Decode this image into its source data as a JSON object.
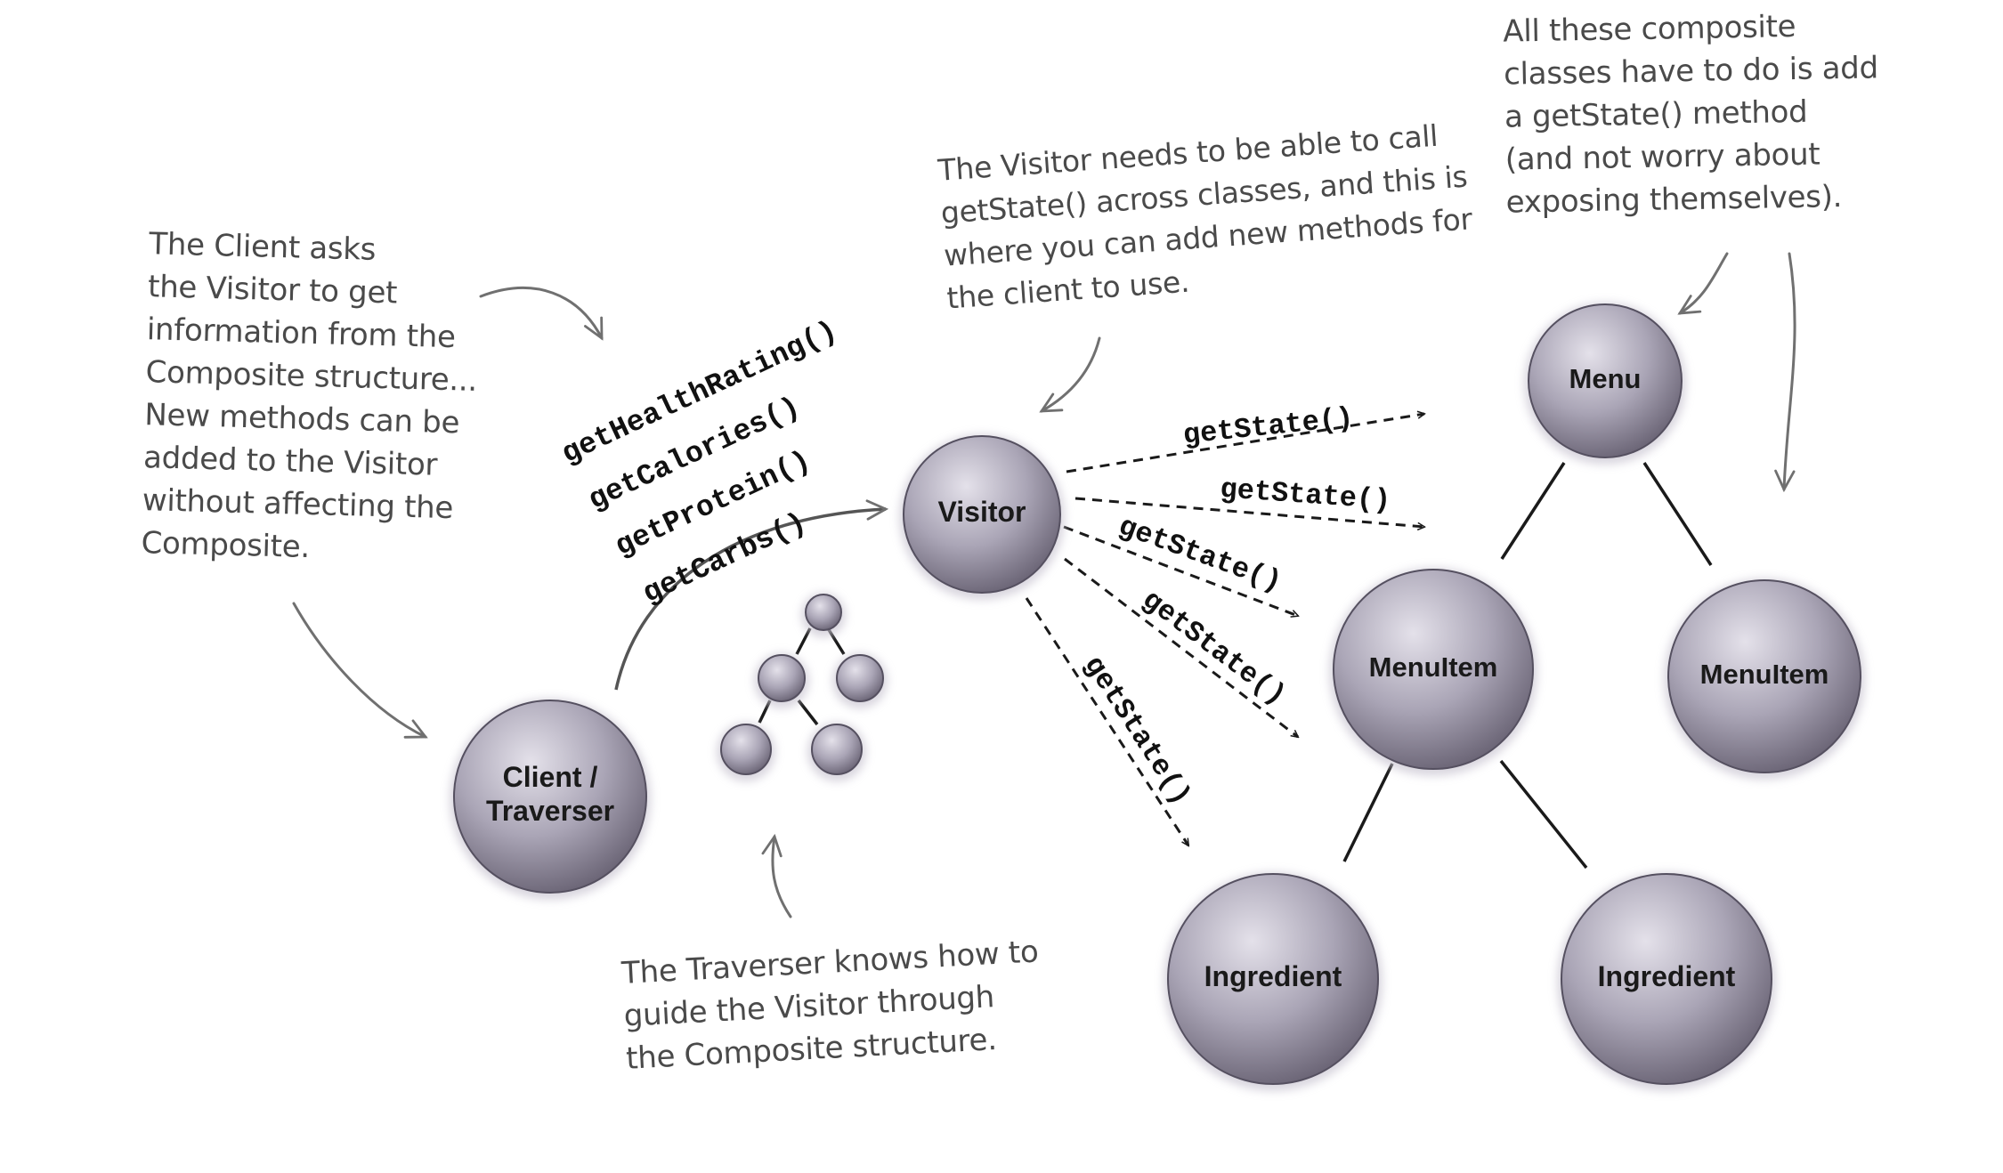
{
  "notes": {
    "client": "The Client asks\nthe Visitor to get\ninformation from the\nComposite structure...\nNew methods can be\nadded to the Visitor\nwithout affecting the\nComposite.",
    "visitor": "The Visitor needs to be able to call\ngetState() across classes, and this is\nwhere you can add new methods for\nthe client to use.",
    "composite": "All these composite\nclasses have to do is add\na getState() method\n(and not worry about\nexposing themselves).",
    "traverser": "The Traverser knows how to\nguide the Visitor through\nthe Composite structure."
  },
  "nodes": {
    "client": "Client /\nTraverser",
    "visitor": "Visitor",
    "menu": "Menu",
    "menuitem_left": "MenuItem",
    "menuitem_right": "MenuItem",
    "ingredient_left": "Ingredient",
    "ingredient_right": "Ingredient"
  },
  "client_methods": [
    "getHealthRating()",
    "getCalories()",
    "getProtein()",
    "getCarbs()"
  ],
  "state_calls": [
    "getState()",
    "getState()",
    "getState()",
    "getState()",
    "getState()"
  ],
  "colors": {
    "node_fill": "#9e99ab",
    "node_highlight": "#e4e1ea",
    "node_shadow": "#6c6677",
    "annotation_text": "#4a4a4a",
    "annotation_arrow": "#707070"
  }
}
